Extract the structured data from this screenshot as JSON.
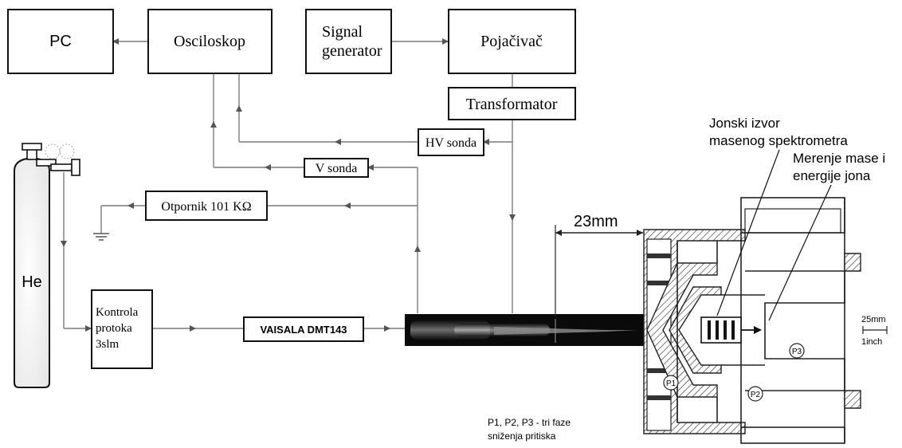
{
  "boxes": {
    "pc": "PC",
    "osciloskop": "Osciloskop",
    "signal_generator_line1": "Signal",
    "signal_generator_line2": "generator",
    "pojacivac": "Pojačivač",
    "transformator": "Transformator",
    "hv_sonda": "HV sonda",
    "v_sonda": "V sonda",
    "otpornik": "Otpornik 101 KΩ",
    "kontrola_line1": "Kontrola",
    "kontrola_line2": "protoka",
    "kontrola_line3": "3slm",
    "vaisala": "VAISALA DMT143"
  },
  "cylinder_label": "He",
  "distance_label": "23mm",
  "annotations": {
    "ion_source_line1": "Jonski izvor",
    "ion_source_line2": "masenog spektrometra",
    "measure_line1": "Merenje mase i",
    "measure_line2": "energije jona",
    "phases_line1": "P1, P2, P3 - tri faze",
    "phases_line2": "sniženja pritiska"
  },
  "chambers": {
    "p1": "P1",
    "p2": "P2",
    "p3": "P3"
  },
  "scale": {
    "line1": "25mm",
    "line2": "1inch"
  }
}
